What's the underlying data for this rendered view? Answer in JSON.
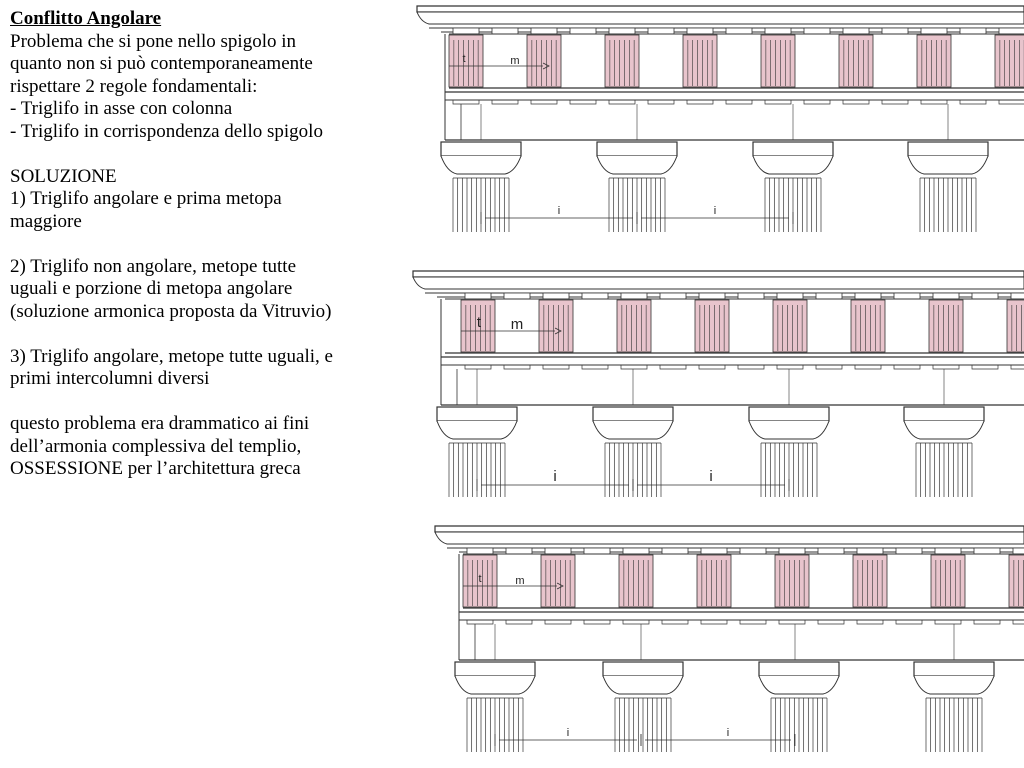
{
  "text": {
    "title": "Conflitto Angolare",
    "intro": [
      "Problema che si pone nello spigolo in",
      "quanto non si può contemporaneamente",
      "rispettare 2 regole fondamentali:",
      "- Triglifo in asse con colonna",
      "- Triglifo in corrispondenza dello spigolo"
    ],
    "solution_heading": "SOLUZIONE",
    "solution_1": [
      "1) Triglifo angolare e prima metopa",
      "maggiore"
    ],
    "solution_2": [
      "2) Triglifo non angolare, metope tutte",
      "uguali e porzione di metopa angolare",
      "(soluzione armonica proposta da Vitruvio)"
    ],
    "solution_3": [
      "3) Triglifo angolare, metope tutte uguali, e",
      "primi intercolumni diversi"
    ],
    "conclusion": [
      "questo problema era drammatico ai fini",
      "dell’armonia complessiva del templio,",
      "OSSESSIONE per l’architettura greca"
    ]
  },
  "diagram": {
    "labels": {
      "triglyph": "t",
      "metope": "m",
      "intercolumn": "i"
    },
    "colors": {
      "triglyph_fill": "#e8c4cc",
      "line": "#333333"
    },
    "elevations": [
      {
        "id": "solution-1"
      },
      {
        "id": "solution-2"
      },
      {
        "id": "solution-3"
      }
    ]
  }
}
